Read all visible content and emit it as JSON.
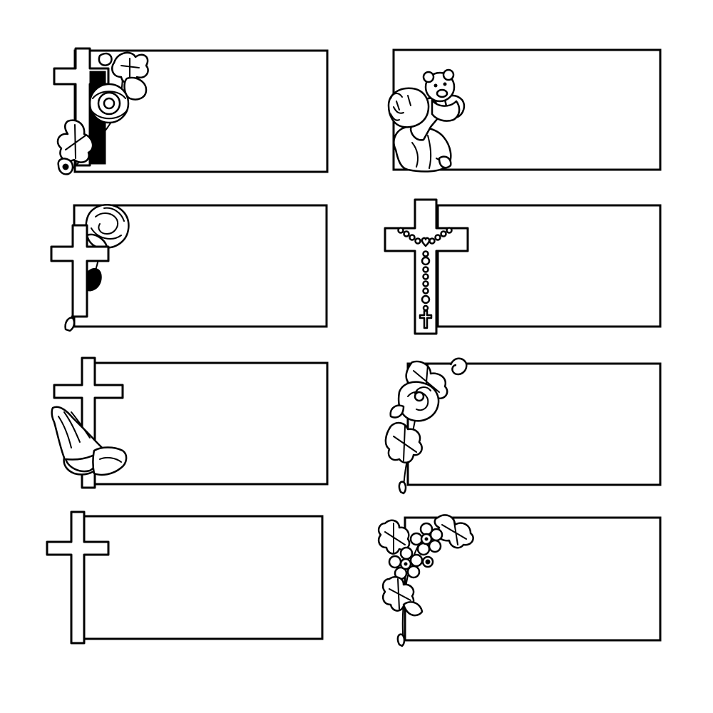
{
  "sheet": {
    "plaques": [
      {
        "id": "cross-rose-vine",
        "icon": "cross-with-flower-vine-icon"
      },
      {
        "id": "baby-teddy",
        "icon": "baby-with-teddy-bear-icon"
      },
      {
        "id": "cross-rose",
        "icon": "cross-with-rose-icon"
      },
      {
        "id": "cross-rosary",
        "icon": "cross-with-rosary-icon"
      },
      {
        "id": "cross-praying-hands",
        "icon": "cross-with-praying-hands-icon"
      },
      {
        "id": "rose-stem",
        "icon": "rose-on-stem-icon"
      },
      {
        "id": "plain-cross",
        "icon": "plain-cross-icon"
      },
      {
        "id": "flower-corner",
        "icon": "flower-corner-icon"
      }
    ],
    "colors": {
      "line": "#000000",
      "background": "#ffffff"
    }
  }
}
